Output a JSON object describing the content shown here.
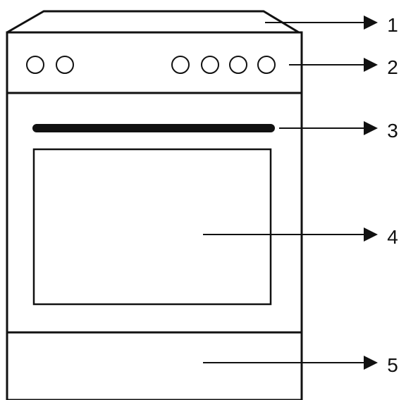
{
  "colors": {
    "stroke": "#111111",
    "fill": "#ffffff"
  },
  "callouts": [
    {
      "label": "1",
      "part": "cooktop"
    },
    {
      "label": "2",
      "part": "control-panel"
    },
    {
      "label": "3",
      "part": "door-handle"
    },
    {
      "label": "4",
      "part": "oven-window"
    },
    {
      "label": "5",
      "part": "storage-drawer"
    }
  ],
  "control_panel": {
    "left_knob_count": 2,
    "right_knob_count": 4
  }
}
